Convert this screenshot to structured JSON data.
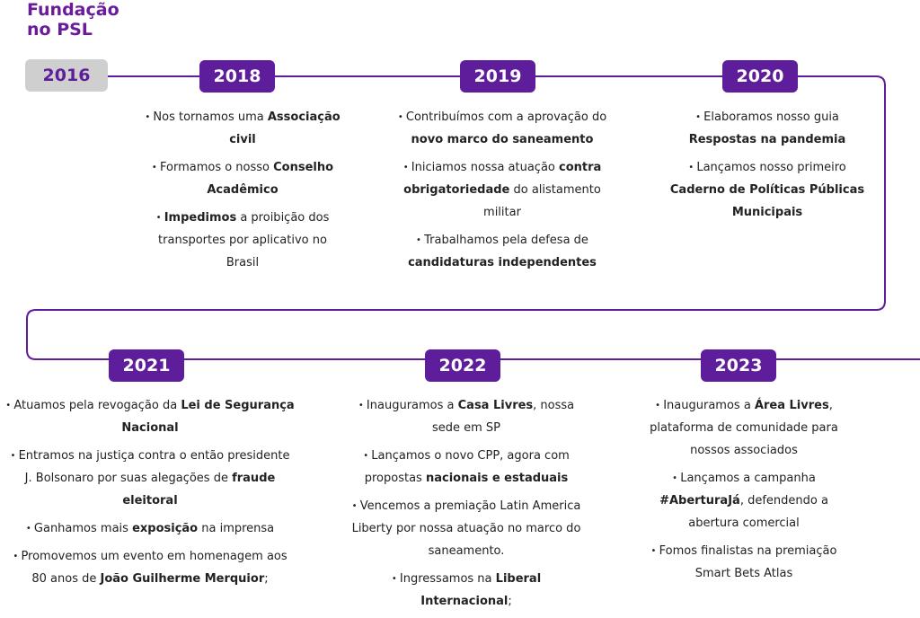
{
  "title_lines": [
    "Fundação",
    "no PSL"
  ],
  "colors": {
    "accent": "#5e1d9a",
    "first_year_bg": "#cfcfcf",
    "line": "#5e1d9a"
  },
  "years": [
    "2016",
    "2018",
    "2019",
    "2020",
    "2021",
    "2022",
    "2023"
  ],
  "columns": {
    "y2018": [
      [
        [
          "Nos tornamos uma ",
          false
        ],
        [
          "Associação civil",
          true
        ]
      ],
      [
        [
          "Formamos o nosso ",
          false
        ],
        [
          "Conselho Acadêmico",
          true
        ]
      ],
      [
        [
          "Impedimos",
          true
        ],
        [
          " a proibição dos transportes por aplicativo no Brasil",
          false
        ]
      ]
    ],
    "y2019": [
      [
        [
          "Contribuímos com a aprovação do ",
          false
        ],
        [
          "novo marco do saneamento",
          true
        ]
      ],
      [
        [
          "Iniciamos nossa atuação ",
          false
        ],
        [
          "contra obrigatoriedade",
          true
        ],
        [
          " do alistamento militar",
          false
        ]
      ],
      [
        [
          "Trabalhamos pela defesa de ",
          false
        ],
        [
          "candidaturas independentes",
          true
        ]
      ]
    ],
    "y2020": [
      [
        [
          "Elaboramos nosso guia ",
          false
        ],
        [
          "Respostas na pandemia",
          true
        ]
      ],
      [
        [
          "Lançamos nosso primeiro ",
          false
        ],
        [
          "Caderno de Políticas Públicas Municipais",
          true
        ]
      ]
    ],
    "y2021": [
      [
        [
          "Atuamos pela revogação da ",
          false
        ],
        [
          "Lei de Segurança Nacional",
          true
        ]
      ],
      [
        [
          "Entramos na justiça contra o então presidente J. Bolsonaro por suas alegações de ",
          false
        ],
        [
          "fraude eleitoral",
          true
        ]
      ],
      [
        [
          "Ganhamos mais ",
          false
        ],
        [
          "exposição",
          true
        ],
        [
          " na imprensa",
          false
        ]
      ],
      [
        [
          "Promovemos um evento em homenagem aos 80 anos de ",
          false
        ],
        [
          "João Guilherme Merquior",
          true
        ],
        [
          ";",
          false
        ]
      ]
    ],
    "y2022": [
      [
        [
          "Inauguramos a ",
          false
        ],
        [
          "Casa Livres",
          true
        ],
        [
          ", nossa sede em SP",
          false
        ]
      ],
      [
        [
          "Lançamos o novo CPP, agora com propostas ",
          false
        ],
        [
          "nacionais e estaduais",
          true
        ]
      ],
      [
        [
          "Vencemos a premiação Latin America Liberty por nossa atuação no marco do saneamento.",
          false
        ]
      ],
      [
        [
          "Ingressamos na ",
          false
        ],
        [
          "Liberal Internacional",
          true
        ],
        [
          ";",
          false
        ]
      ]
    ],
    "y2023": [
      [
        [
          "Inauguramos a ",
          false
        ],
        [
          "Área Livres",
          true
        ],
        [
          ", plataforma de comunidade para nossos associados",
          false
        ]
      ],
      [
        [
          "Lançamos a campanha ",
          false
        ],
        [
          "#AberturaJá",
          true
        ],
        [
          ", defendendo a abertura comercial",
          false
        ]
      ],
      [
        [
          "Fomos finalistas na premiação Smart Bets Atlas",
          false
        ]
      ]
    ]
  }
}
